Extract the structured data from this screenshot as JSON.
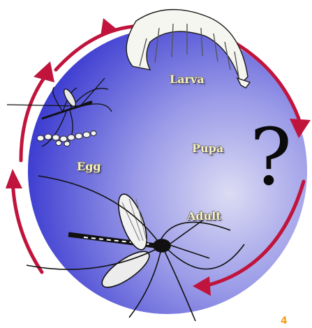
{
  "diagram": {
    "stages": {
      "larva": "Larva",
      "pupa": "Pupa",
      "egg": "Egg",
      "adult": "Adult"
    },
    "question_mark": "?",
    "page_number": "4"
  },
  "colors": {
    "circle_light": "#dcdcf4",
    "circle_mid": "#8c8ce8",
    "circle_dark": "#3a3ad6",
    "arrow": "#c0143c",
    "label_text": "#f8f0c0",
    "page_number": "#f0a020"
  }
}
